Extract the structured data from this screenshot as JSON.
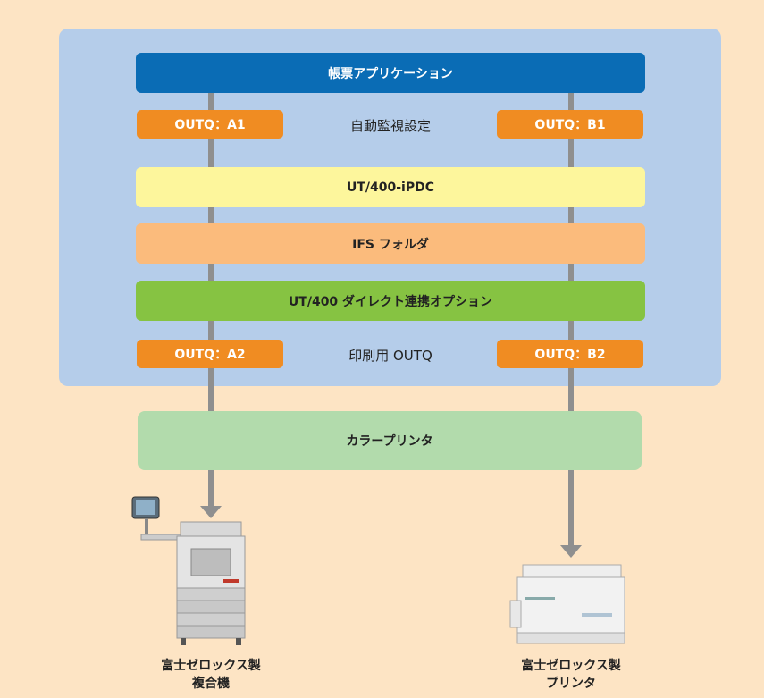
{
  "diagram": {
    "application_bar": "帳票アプリケーション",
    "outq_a1": "OUTQ：A1",
    "outq_b1": "OUTQ：B1",
    "monitor_label": "自動監視設定",
    "iPDC_bar": "UT/400-iPDC",
    "ifs_bar": "IFS フォルダ",
    "direct_bar": "UT/400 ダイレクト連携オプション",
    "outq_a2": "OUTQ：A2",
    "outq_b2": "OUTQ：B2",
    "print_outq_label": "印刷用 OUTQ",
    "color_printer_bar": "カラープリンタ",
    "device_left": {
      "line1": "富士ゼロックス製",
      "line2": "複合機",
      "icon": "multifunction-printer-icon"
    },
    "device_right": {
      "line1": "富士ゼロックス製",
      "line2": "プリンタ",
      "icon": "printer-icon"
    }
  },
  "colors": {
    "background": "#fde4c4",
    "panel": "#b5cdea",
    "application": "#0a6cb5",
    "outq": "#f08c22",
    "ipdc": "#fdf69c",
    "ifs": "#fbbb7c",
    "direct": "#86c342",
    "color_printer": "#b2dbac",
    "connector": "#8f8f8f"
  }
}
